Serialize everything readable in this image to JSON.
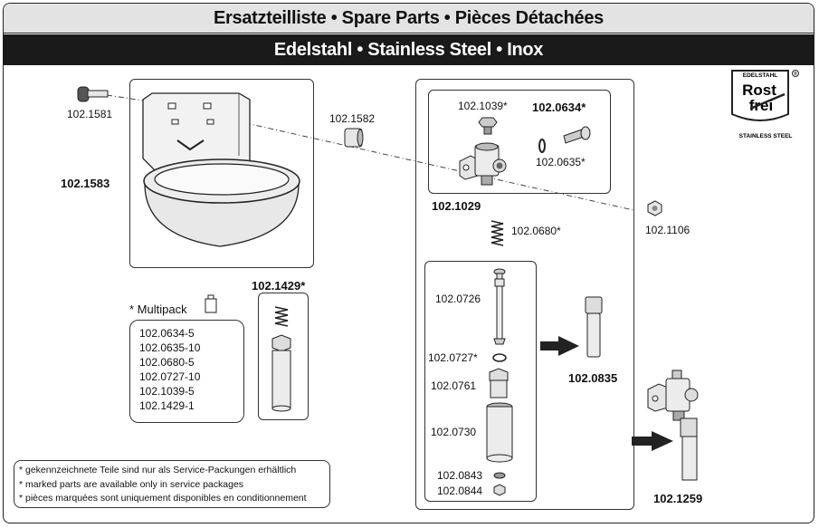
{
  "header": {
    "title_line1": "Ersatzteilliste • Spare Parts • Pièces Détachées",
    "title_line2": "Edelstahl • Stainless Steel • Inox"
  },
  "logo": {
    "top_text": "EDELSTAHL",
    "line1": "Rost",
    "line2": "frei",
    "bottom_text": "STAINLESS STEEL",
    "registered_mark": "®"
  },
  "parts": {
    "p1581": "102.1581",
    "p1583": "102.1583",
    "p1582": "102.1582",
    "p1039": "102.1039*",
    "p0634": "102.0634*",
    "p0635": "102.0635*",
    "p1029": "102.1029",
    "p1106": "102.1106",
    "p0680": "102.0680*",
    "p1429": "102.1429*",
    "p0726": "102.0726",
    "p0727": "102.0727*",
    "p0761": "102.0761",
    "p0730": "102.0730",
    "p0843": "102.0843",
    "p0844": "102.0844",
    "p0835": "102.0835",
    "p1259": "102.1259"
  },
  "multipack": {
    "label": "* Multipack",
    "items": [
      "102.0634-5",
      "102.0635-10",
      "102.0680-5",
      "102.0727-10",
      "102.1039-5",
      "102.1429-1"
    ]
  },
  "notes": [
    "* gekennzeichnete Teile sind nur als Service-Packungen erhältlich",
    "* marked parts are available only in service packages",
    "* pièces marquées sont uniquement disponibles en conditionnement"
  ],
  "colors": {
    "title_bar_bg": "#e3e3e3",
    "subtitle_bar_bg": "#1a1a1a",
    "part_fill": "#e6e6e6",
    "outline": "#222222"
  }
}
